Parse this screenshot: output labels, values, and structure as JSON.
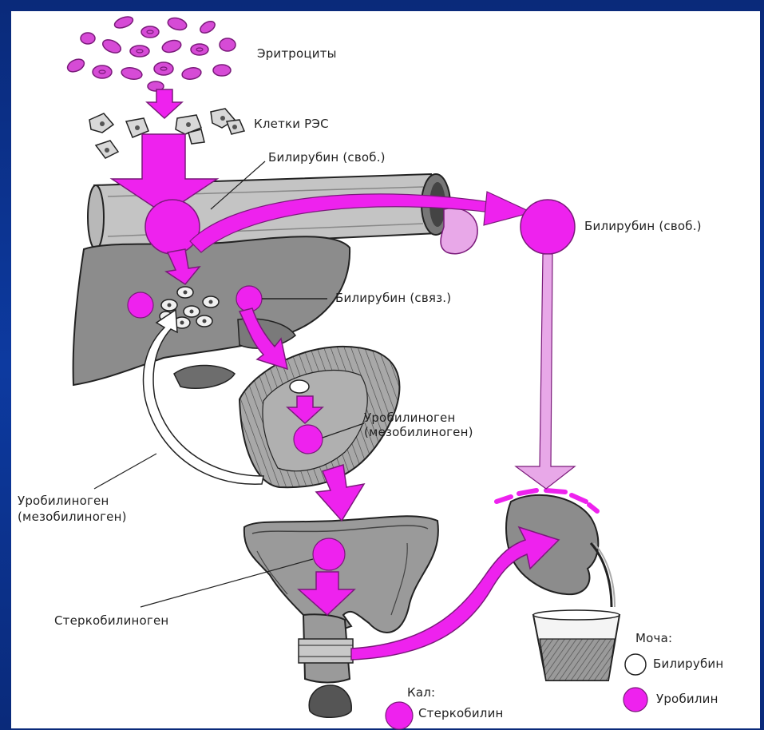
{
  "labels": {
    "erythrocytes": "Эритроциты",
    "res_cells": "Клетки РЭС",
    "bilirubin_free_top": "Билирубин (своб.)",
    "bilirubin_free_right": "Билирубин (своб.)",
    "bilirubin_bound": "Билирубин (связ.)",
    "urobilinogen_gut_line1": "Уробилиноген",
    "urobilinogen_gut_line2": "(мезобилиноген)",
    "urobilinogen_left_line1": "Уробилиноген",
    "urobilinogen_left_line2": "(мезобилиноген)",
    "sterkobilinogen": "Стеркобилиноген",
    "urine": "Моча:",
    "legend_bilirubin": "Билирубин",
    "legend_urobilin": "Уробилин",
    "feces": "Кал:",
    "legend_sterkobilin": "Стеркобилин"
  },
  "colors": {
    "magenta": "#ee22ee",
    "light_pink": "#e8a8e8",
    "organ_gray": "#8c8c8c",
    "outline": "#222222",
    "background_blue": "#0d3aa0"
  }
}
